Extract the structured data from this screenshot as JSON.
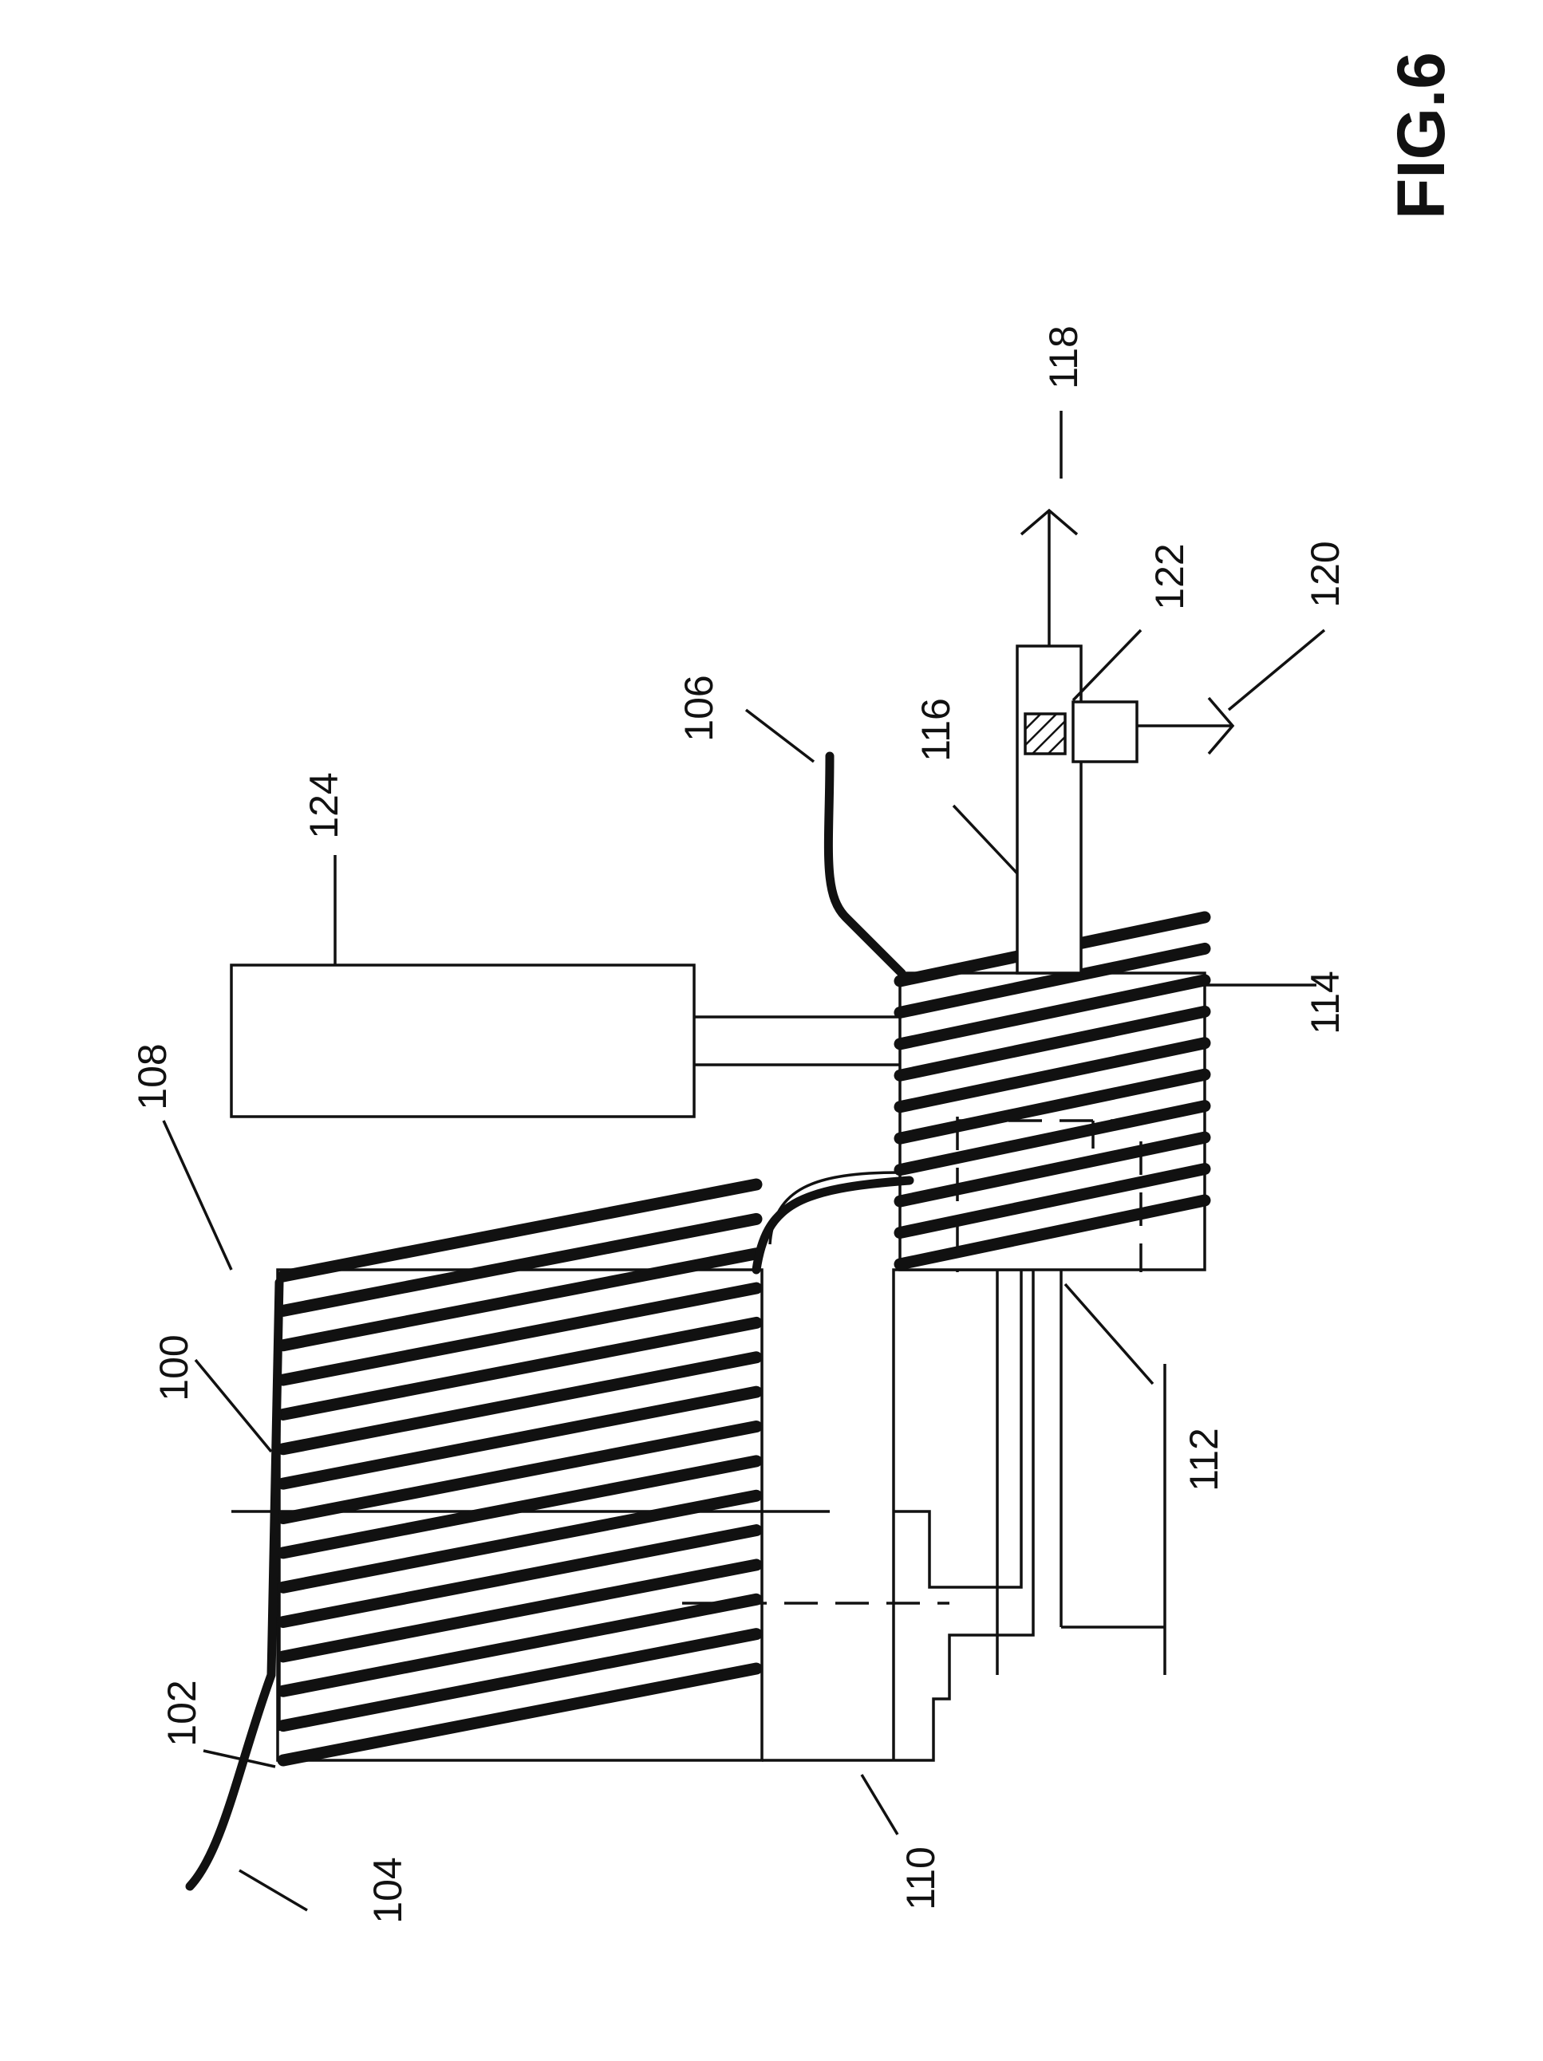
{
  "figure": {
    "title": "FIG.6",
    "references": {
      "r100": "100",
      "r102": "102",
      "r104": "104",
      "r106": "106",
      "r108": "108",
      "r110": "110",
      "r112": "112",
      "r114": "114",
      "r116": "116",
      "r118": "118",
      "r120": "120",
      "r122": "122",
      "r124": "124"
    }
  }
}
